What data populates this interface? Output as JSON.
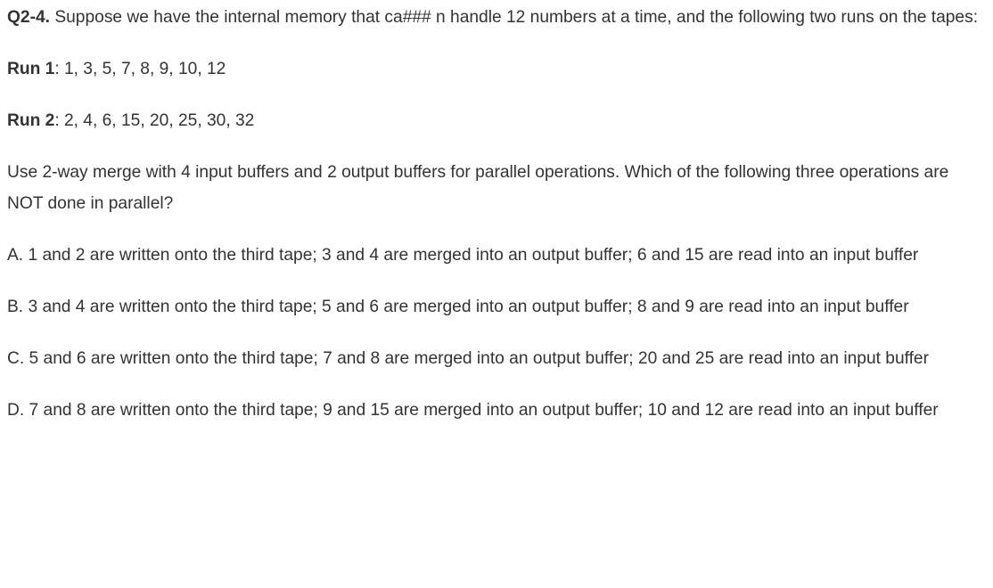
{
  "question": {
    "label": "Q2-4.",
    "text": " Suppose we have the internal memory that ca### n handle 12 numbers at a time, and the following two runs on the tapes:"
  },
  "runs": [
    {
      "label": "Run 1",
      "values": ": 1, 3, 5, 7, 8, 9, 10, 12"
    },
    {
      "label": "Run 2",
      "values": ": 2, 4, 6, 15, 20, 25, 30, 32"
    }
  ],
  "prompt": "Use 2-way merge with 4 input buffers and 2 output buffers for parallel operations. Which of the following three operations are NOT done in parallel?",
  "options": [
    "A. 1 and 2 are written onto the third tape; 3 and 4 are merged into an output buffer; 6 and 15 are read into an input buffer",
    "B. 3 and 4 are written onto the third tape; 5 and 6 are merged into an output buffer; 8 and 9 are read into an input buffer",
    "C. 5 and 6 are written onto the third tape; 7 and 8 are merged into an output buffer; 20 and 25 are read into an input buffer",
    "D. 7 and 8 are written onto the third tape; 9 and 15 are merged into an output buffer; 10 and 12 are read into an input buffer"
  ]
}
